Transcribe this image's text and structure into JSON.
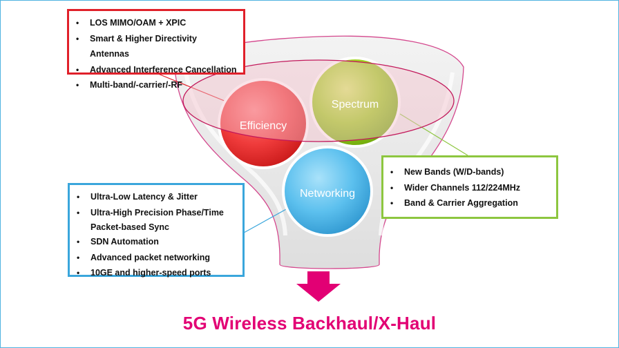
{
  "title": "5G Wireless Backhaul/X-Haul",
  "circles": {
    "efficiency": "Efficiency",
    "spectrum": "Spectrum",
    "networking": "Networking"
  },
  "efficiency_box": {
    "items": [
      "LOS MIMO/OAM + XPIC",
      "Smart & Higher Directivity Antennas",
      "Advanced Interference Cancellation",
      "Multi-band/-carrier/-RF"
    ]
  },
  "networking_box": {
    "items": [
      "Ultra-Low Latency & Jitter",
      "Ultra-High Precision Phase/Time",
      "Packet-based Sync",
      "SDN Automation",
      "Advanced packet networking",
      "10GE and higher-speed ports"
    ]
  },
  "spectrum_box": {
    "items": [
      "New Bands (W/D-bands)",
      "Wider Channels 112/224MHz",
      "Band & Carrier Aggregation"
    ]
  },
  "colors": {
    "efficiency": "#e0202a",
    "spectrum": "#8dc63f",
    "networking": "#3aa6dc",
    "brand": "#e20074"
  },
  "bullet_glyph": "•"
}
